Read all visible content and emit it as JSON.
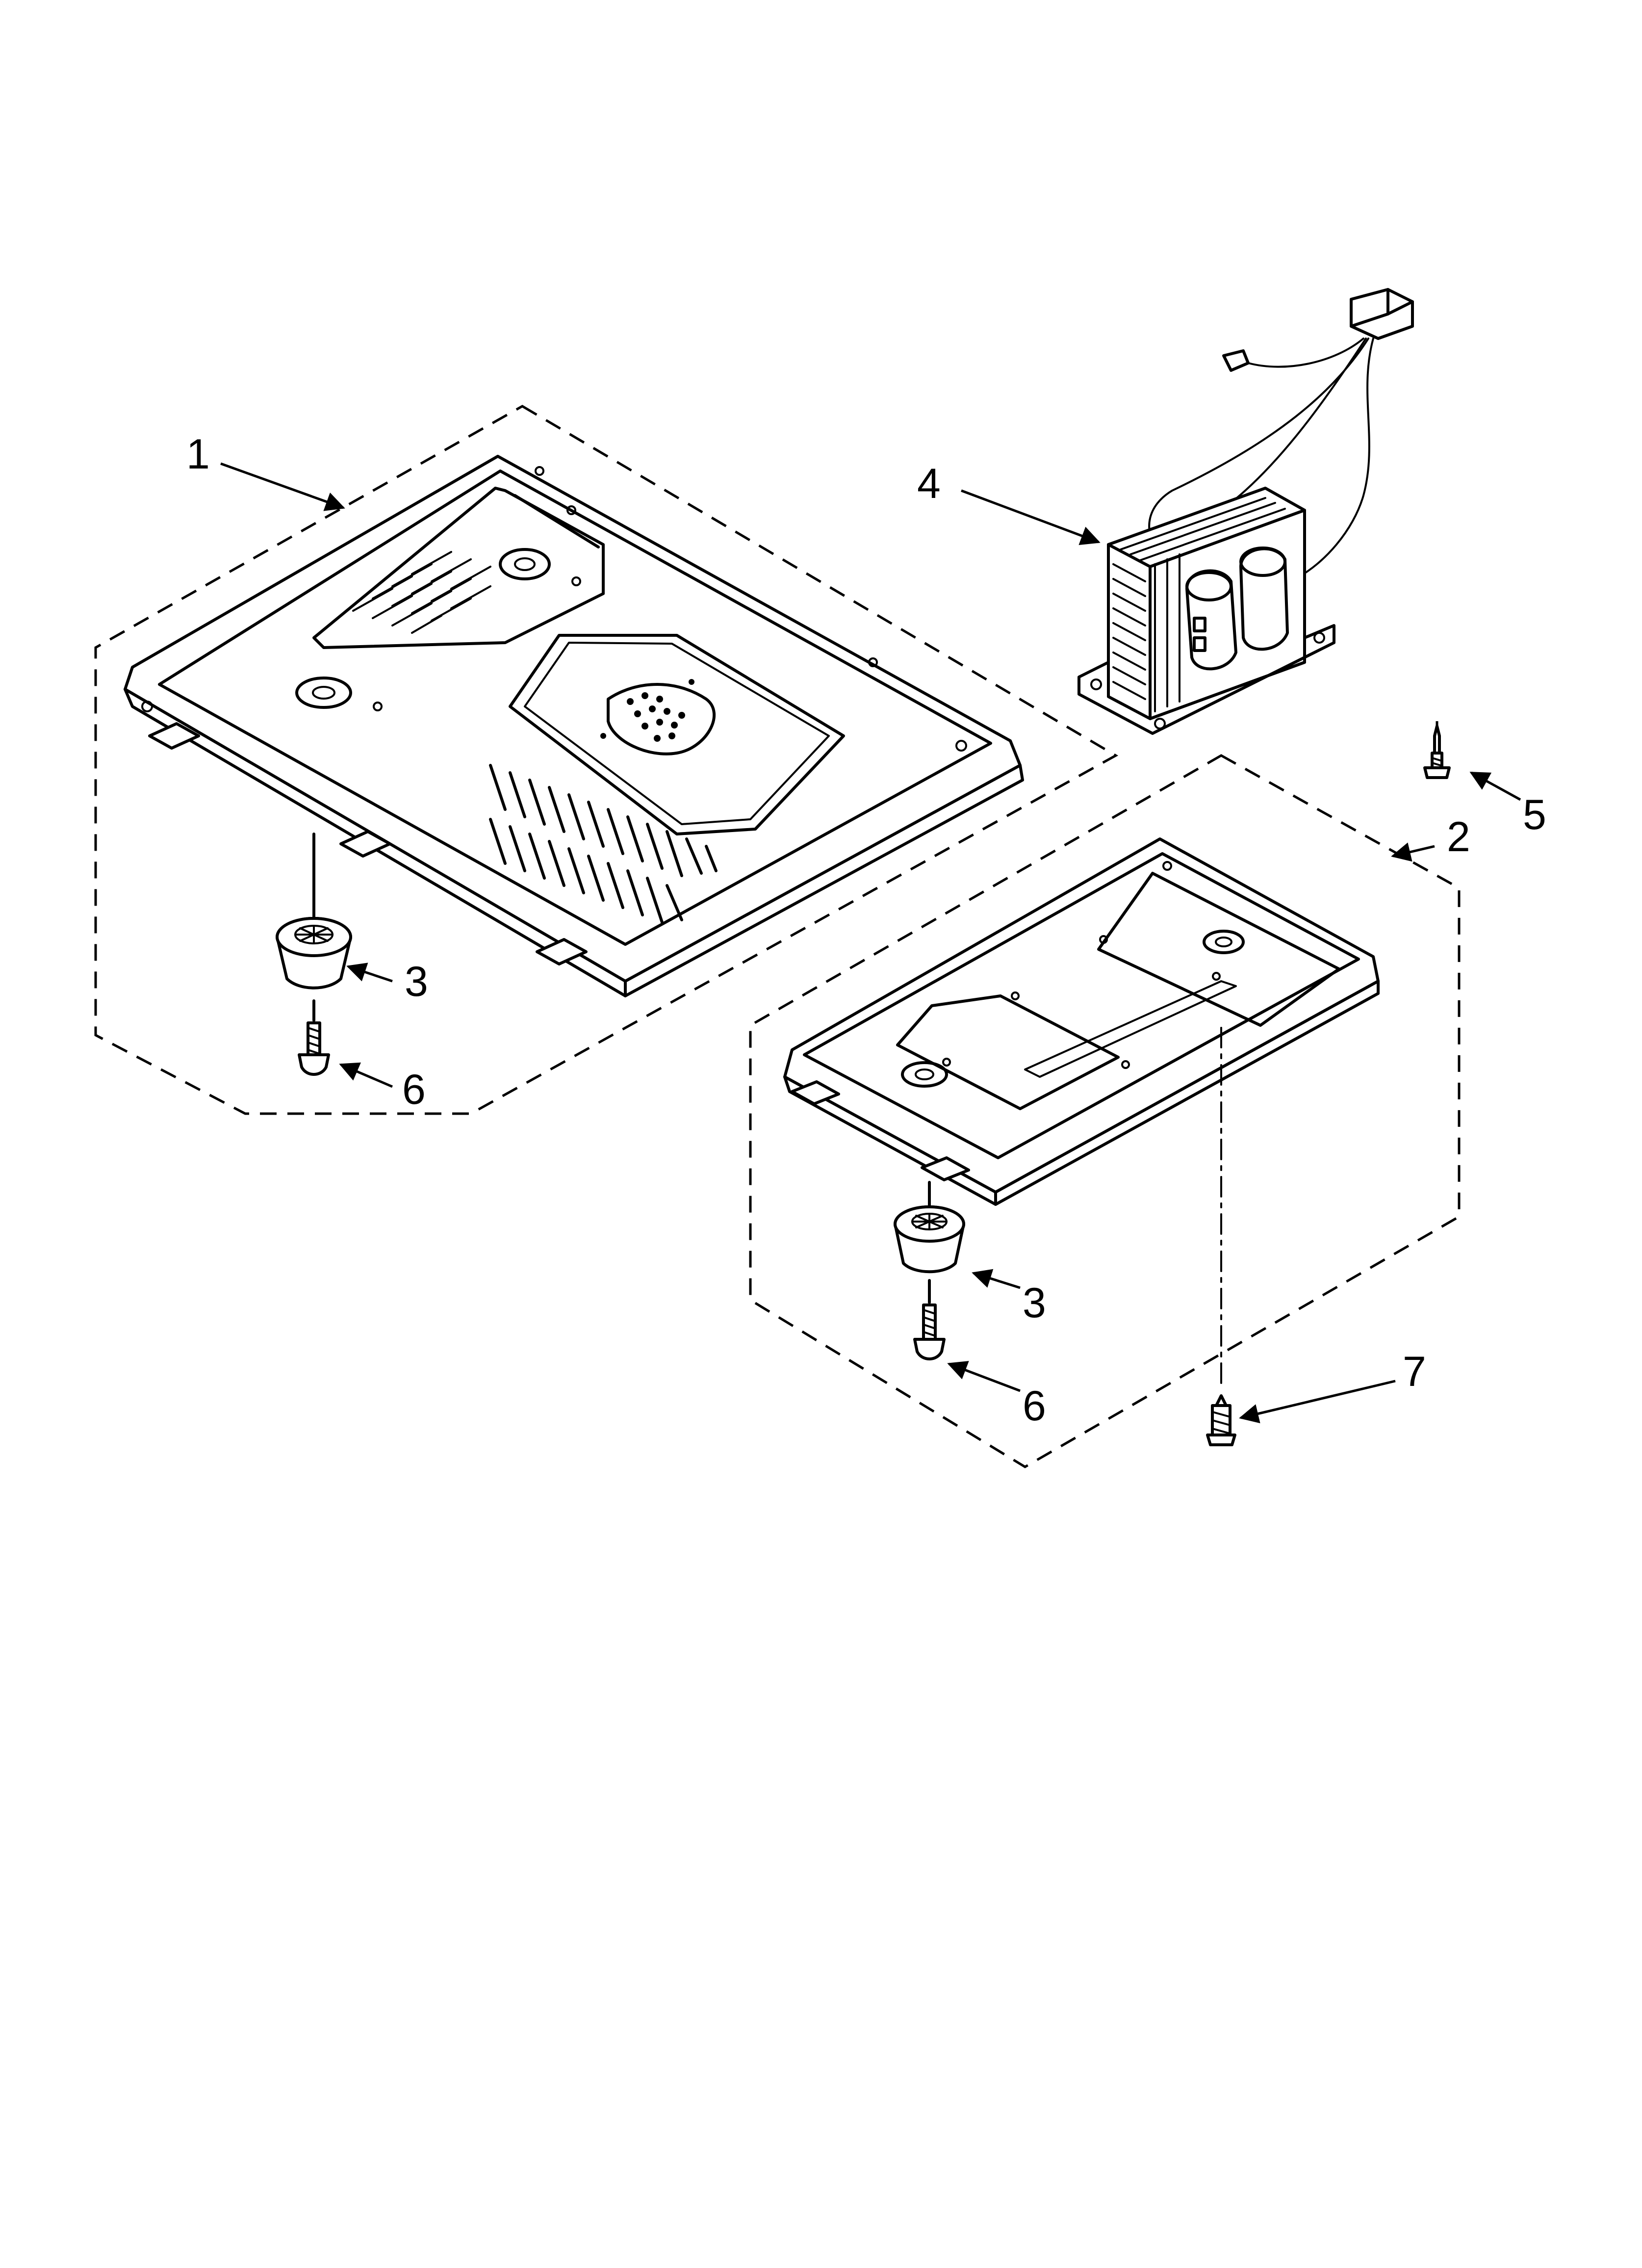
{
  "callouts": {
    "c1": "1",
    "c2": "2",
    "c3a": "3",
    "c3b": "3",
    "c4": "4",
    "c5": "5",
    "c6a": "6",
    "c6b": "6",
    "c7": "7"
  }
}
